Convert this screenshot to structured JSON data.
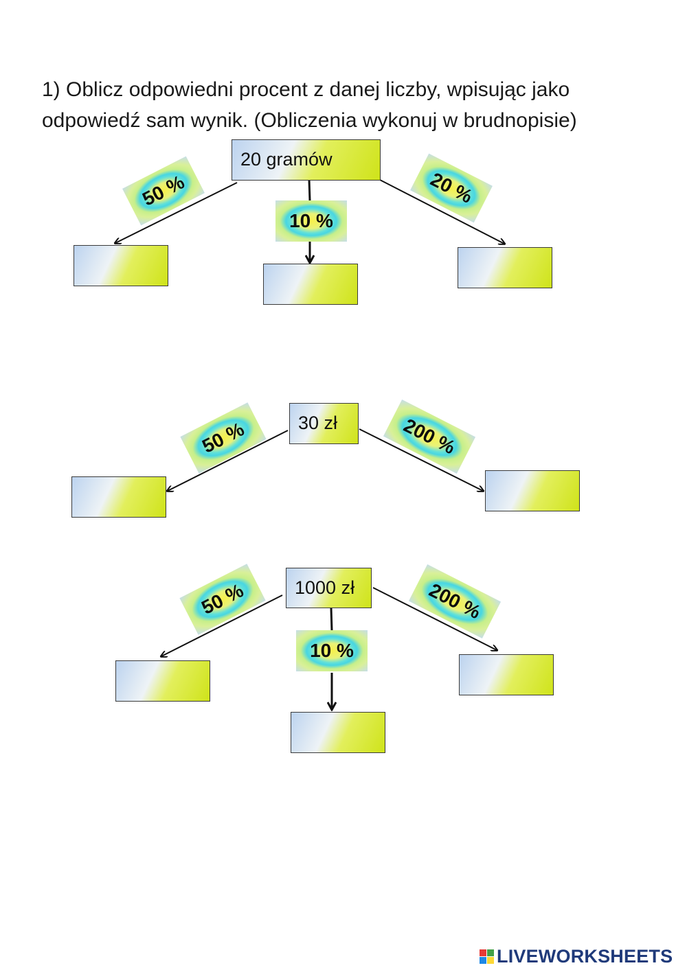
{
  "instruction": {
    "line1": "1) Oblicz odpowiedni procent z danej liczby, wpisując jako",
    "line2": "odpowiedź sam wynik. (Obliczenia wykonuj w brudnopisie)"
  },
  "exercises": [
    {
      "source": "20 gramów",
      "percents": {
        "left": "50 %",
        "middle": "10 %",
        "right": "20 %"
      }
    },
    {
      "source": "30 zł",
      "percents": {
        "left": "50 %",
        "right": "200 %"
      }
    },
    {
      "source": "1000 zł",
      "percents": {
        "left": "50 %",
        "middle": "10 %",
        "right": "200 %"
      }
    }
  ],
  "answer_values": [
    "",
    "",
    "",
    "",
    "",
    "",
    "",
    ""
  ],
  "footer": {
    "logo_text": "LIVEWORKSHEETS",
    "logo_colors": [
      "#e53935",
      "#43a047",
      "#1e88e5",
      "#fdd835"
    ]
  },
  "colors": {
    "box_gradient_blue": "#bcd3ef",
    "box_gradient_yellow": "#cfe31a",
    "badge_cyan": "#48d6e2",
    "arrow": "#111111"
  }
}
